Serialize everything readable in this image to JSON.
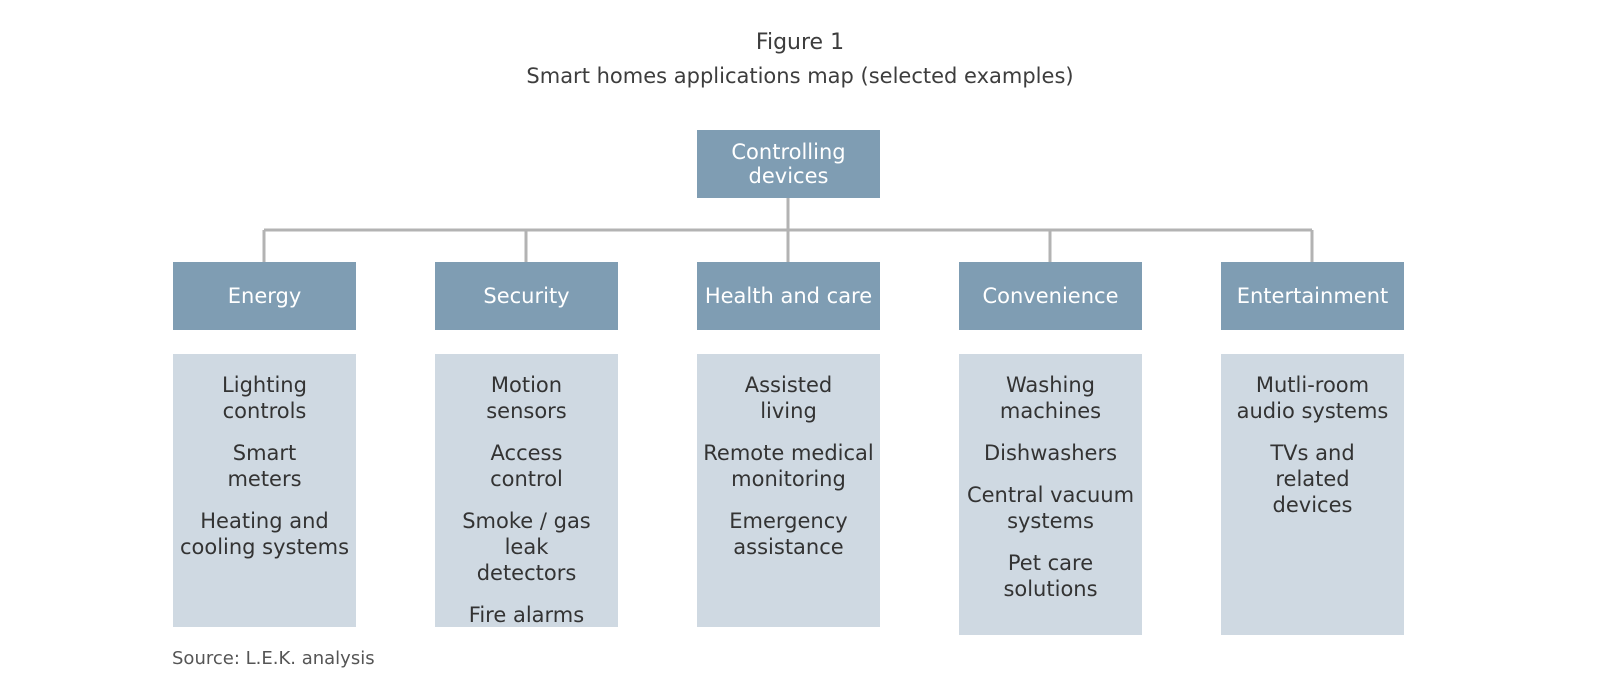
{
  "figure": {
    "label": "Figure 1",
    "title": "Smart homes applications map (selected examples)"
  },
  "root": {
    "label": "Controlling\ndevices"
  },
  "categories": [
    {
      "label": "Energy",
      "items": [
        "Lighting\ncontrols",
        "Smart\nmeters",
        "Heating and\ncooling systems"
      ]
    },
    {
      "label": "Security",
      "items": [
        "Motion\nsensors",
        "Access\ncontrol",
        "Smoke / gas leak\ndetectors",
        "Fire alarms"
      ]
    },
    {
      "label": "Health and care",
      "items": [
        "Assisted\nliving",
        "Remote medical\nmonitoring",
        "Emergency\nassistance"
      ]
    },
    {
      "label": "Convenience",
      "items": [
        "Washing\nmachines",
        "Dishwashers",
        "Central vacuum\nsystems",
        "Pet care\nsolutions"
      ]
    },
    {
      "label": "Entertainment",
      "items": [
        "Mutli-room\naudio systems",
        "TVs and\nrelated\ndevices"
      ]
    }
  ],
  "source": "Source: L.E.K. analysis",
  "colors": {
    "header_box": "#7f9db3",
    "list_box": "#cfd9e2",
    "connector": "#b3b3b3"
  }
}
